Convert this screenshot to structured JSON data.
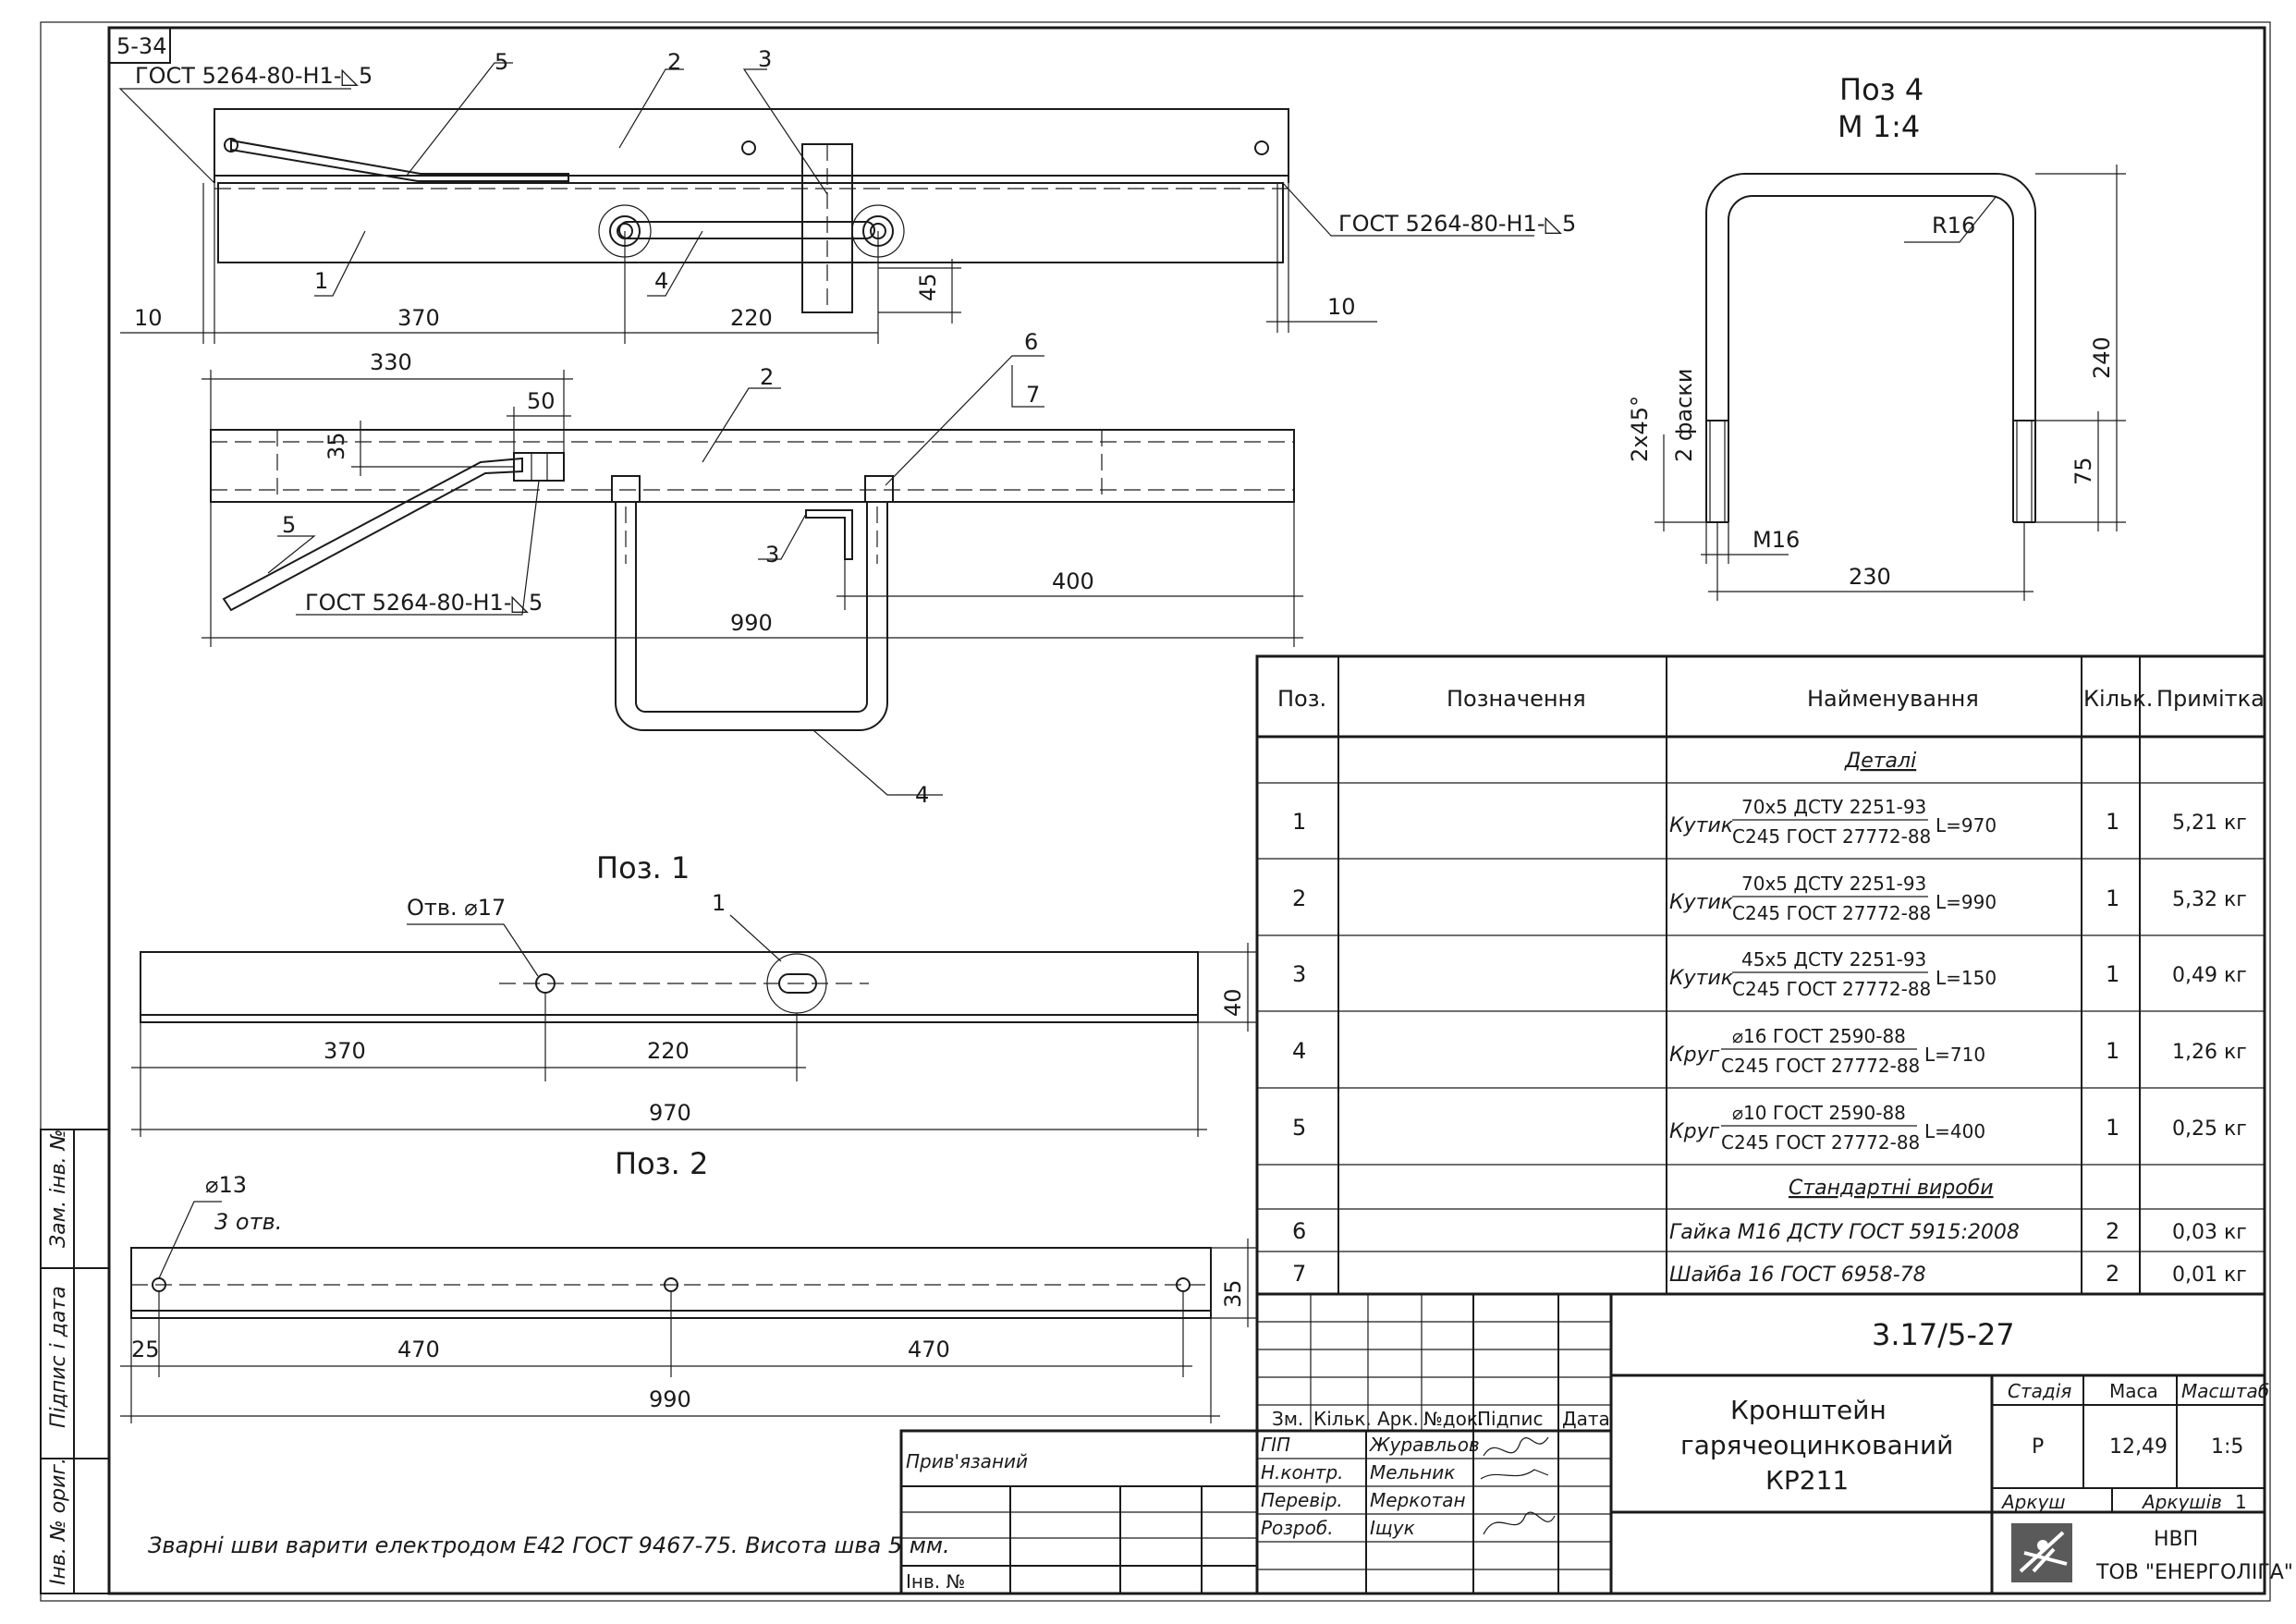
{
  "sheet": {
    "code": "5-34"
  },
  "weld_callout": "ГОСТ 5264-80-Н1-◺5",
  "main_view": {
    "labels": [
      "5",
      "2",
      "3",
      "1",
      "4"
    ],
    "dims": {
      "d10a": "10",
      "d370": "370",
      "d220": "220",
      "d45": "45",
      "d10b": "10"
    }
  },
  "top_view": {
    "labels": [
      "2",
      "6",
      "7",
      "5",
      "3",
      "4"
    ],
    "dims": {
      "d330": "330",
      "d50": "50",
      "d35": "35",
      "d400": "400",
      "d990": "990"
    }
  },
  "pos4": {
    "title": "Поз 4",
    "scale": "М 1:4",
    "r16": "R16",
    "d240": "240",
    "d75": "75",
    "chamfer1": "2х45°",
    "chamfer2": "2 фаски",
    "m16": "М16",
    "d230": "230"
  },
  "pos1": {
    "title": "Поз. 1",
    "hole": "Отв. ⌀17",
    "label": "1",
    "d40": "40",
    "d370": "370",
    "d220": "220",
    "d970": "970"
  },
  "pos2": {
    "title": "Поз. 2",
    "hole": "⌀13",
    "holes_count": "3 отв.",
    "d35": "35",
    "d25": "25",
    "d470a": "470",
    "d470b": "470",
    "d990": "990"
  },
  "note": "Зварні шви варити електродом Е42 ГОСТ 9467-75. Висота шва 5 мм.",
  "spec": {
    "headers": {
      "pos": "Поз.",
      "designation": "Позначення",
      "name": "Найменування",
      "qty": "Кільк.",
      "note": "Примітка"
    },
    "section_parts": "Деталі",
    "section_std": "Стандартні вироби",
    "rows": [
      {
        "pos": "1",
        "pre": "Кутик",
        "top": "70х5 ДСТУ 2251-93",
        "bottom": "С245 ГОСТ 27772-88",
        "len": "L=970",
        "qty": "1",
        "mass": "5,21 кг"
      },
      {
        "pos": "2",
        "pre": "Кутик",
        "top": "70х5 ДСТУ 2251-93",
        "bottom": "С245 ГОСТ 27772-88",
        "len": "L=990",
        "qty": "1",
        "mass": "5,32 кг"
      },
      {
        "pos": "3",
        "pre": "Кутик",
        "top": "45х5 ДСТУ 2251-93",
        "bottom": "С245 ГОСТ 27772-88",
        "len": "L=150",
        "qty": "1",
        "mass": "0,49 кг"
      },
      {
        "pos": "4",
        "pre": "Круг",
        "top": "⌀16 ГОСТ 2590-88",
        "bottom": "С245 ГОСТ 27772-88",
        "len": "L=710",
        "qty": "1",
        "mass": "1,26 кг"
      },
      {
        "pos": "5",
        "pre": "Круг",
        "top": "⌀10 ГОСТ 2590-88",
        "bottom": "С245 ГОСТ 27772-88",
        "len": "L=400",
        "qty": "1",
        "mass": "0,25 кг"
      }
    ],
    "std_rows": [
      {
        "pos": "6",
        "name": "Гайка М16 ДСТУ ГОСТ 5915:2008",
        "qty": "2",
        "mass": "0,03 кг"
      },
      {
        "pos": "7",
        "name": "Шайба 16 ГОСТ 6958-78",
        "qty": "2",
        "mass": "0,01 кг"
      }
    ]
  },
  "title_block": {
    "doc_code": "3.17/5-27",
    "title1": "Кронштейн",
    "title2": "гарячеоцинкований",
    "title3": "КР211",
    "cols": {
      "zm": "Зм.",
      "kilk": "Кільк.",
      "ark": "Арк.",
      "ndok": "№док.",
      "pidpys": "Підпис",
      "data": "Дата"
    },
    "roles": [
      {
        "role": "ГІП",
        "name": "Журавльов"
      },
      {
        "role": "Н.контр.",
        "name": "Мельник"
      },
      {
        "role": "Перевір.",
        "name": "Меркотан"
      },
      {
        "role": "Розроб.",
        "name": "Іщук"
      }
    ],
    "stadia_label": "Стадія",
    "masa_label": "Маса",
    "masshtab_label": "Масштаб",
    "stadia": "Р",
    "masa": "12,49",
    "masshtab": "1:5",
    "arkush_label": "Аркуш",
    "arkushiv_label": "Аркушів",
    "arkushiv": "1",
    "org1": "НВП",
    "org2": "ТОВ \"ЕНЕРГОЛІГА\"",
    "pryviaz": "Прив'язаний",
    "inv": "Інв. №"
  },
  "side_stamp": {
    "zam": "Зам. інв. №",
    "pidpys": "Підпис і дата",
    "inv": "Інв. № ориг."
  }
}
